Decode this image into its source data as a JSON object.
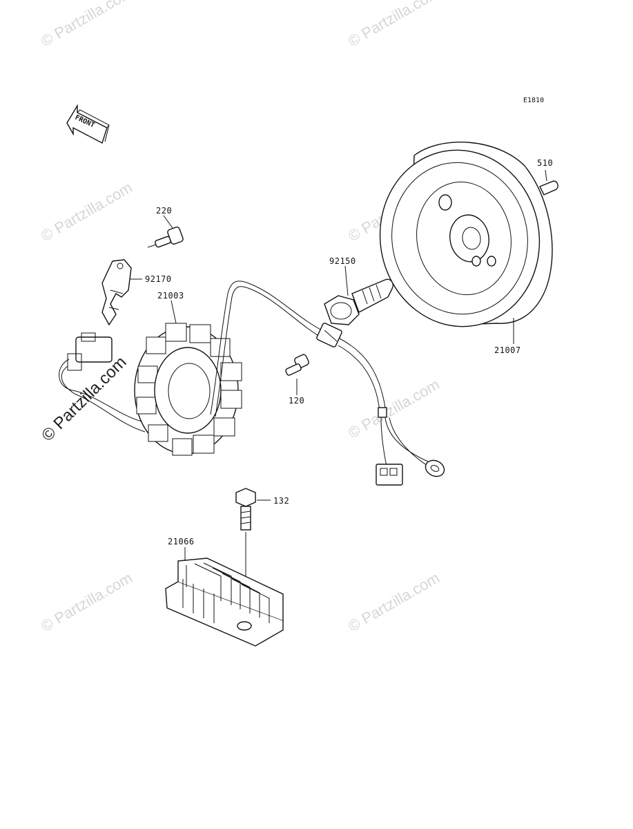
{
  "diagram": {
    "ref_code": "E1810",
    "front_label": "FRONT",
    "watermark": "© Partzilla.com",
    "callouts": {
      "c220": "220",
      "c92170": "92170",
      "c21003": "21003",
      "c92150": "92150",
      "c120": "120",
      "c21007": "21007",
      "c510": "510",
      "c132": "132",
      "c21066": "21066"
    }
  }
}
